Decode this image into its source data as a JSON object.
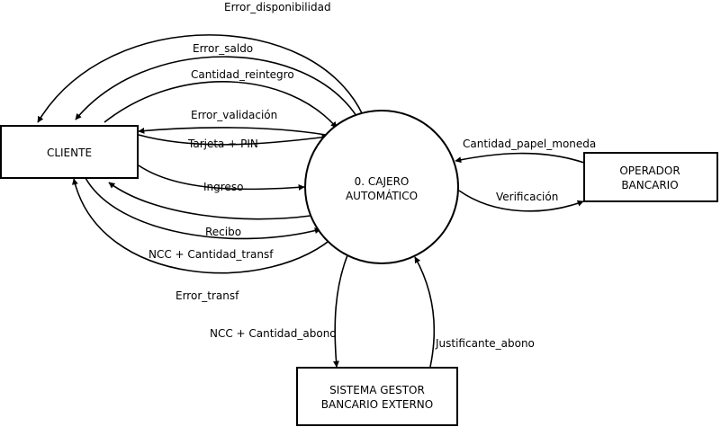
{
  "nodes": {
    "cliente": {
      "label": "CLIENTE"
    },
    "cajero": {
      "line1": "0. CAJERO",
      "line2": "AUTOMÁTICO"
    },
    "operador": {
      "line1": "OPERADOR",
      "line2": "BANCARIO"
    },
    "sistema": {
      "line1": "SISTEMA GESTOR",
      "line2": "BANCARIO EXTERNO"
    }
  },
  "flows": {
    "error_disponibilidad": "Error_disponibilidad",
    "error_saldo": "Error_saldo",
    "cantidad_reintegro": "Cantidad_reintegro",
    "error_validacion": "Error_validación",
    "tarjeta_pin": "Tarjeta + PIN",
    "ingreso": "Ingreso",
    "recibo": "Recibo",
    "ncc_cantidad_transf": "NCC + Cantidad_transf",
    "error_transf": "Error_transf",
    "cantidad_papel_moneda": "Cantidad_papel_moneda",
    "verificacion": "Verificación",
    "ncc_cantidad_abono": "NCC + Cantidad_abono",
    "justificante_abono": "Justificante_abono"
  }
}
